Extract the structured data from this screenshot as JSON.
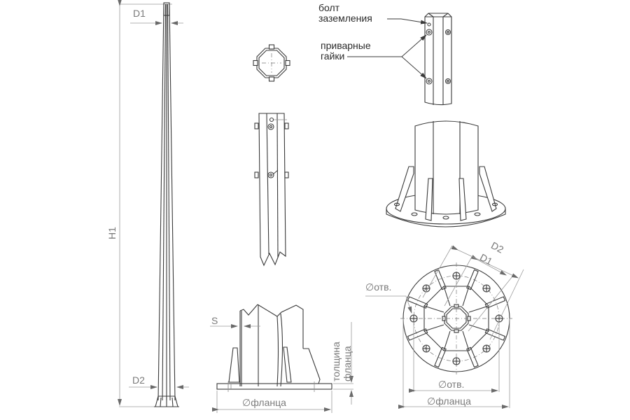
{
  "drawing": {
    "type": "technical-drawing",
    "subject": "octagonal steel lighting pole with flange base",
    "line_color": "#3a3a3a",
    "dimension_color": "#8c8c8c",
    "views": [
      {
        "id": "pole-elevation",
        "labels": {
          "top_diameter": "D1",
          "bottom_diameter": "D2",
          "height": "H1"
        }
      },
      {
        "id": "section-top-view"
      },
      {
        "id": "pole-segment-front"
      },
      {
        "id": "pole-segment-iso",
        "callouts": {
          "grounding_bolt": "болт\nзаземления",
          "welded_nuts": "приварные\nгайки"
        }
      },
      {
        "id": "base-iso"
      },
      {
        "id": "base-side",
        "labels": {
          "wall_thickness": "S",
          "flange_thickness": "толщина\nфланца",
          "flange_diameter": "фланца"
        }
      },
      {
        "id": "flange-plan",
        "labels": {
          "d2": "D2",
          "d1": "D1",
          "hole_diameter_callout": "отв.",
          "hole_circle": "отв.",
          "flange_diameter": "фланца"
        }
      }
    ]
  },
  "labels": {
    "pole_d1": "D1",
    "pole_d2": "D2",
    "pole_h1": "H1",
    "grounding_bolt_line1": "болт",
    "grounding_bolt_line2": "заземления",
    "welded_nuts_line1": "приварные",
    "welded_nuts_line2": "гайки",
    "side_s": "S",
    "side_flange_thickness_line1": "толщина",
    "side_flange_thickness_line2": "фланца",
    "side_flange_diameter": "фланца",
    "plan_d2": "D2",
    "plan_d1": "D1",
    "plan_hole_callout": "отв.",
    "plan_hole_circle": "отв.",
    "plan_flange_diameter": "фланца",
    "diameter_symbol": "∅"
  }
}
